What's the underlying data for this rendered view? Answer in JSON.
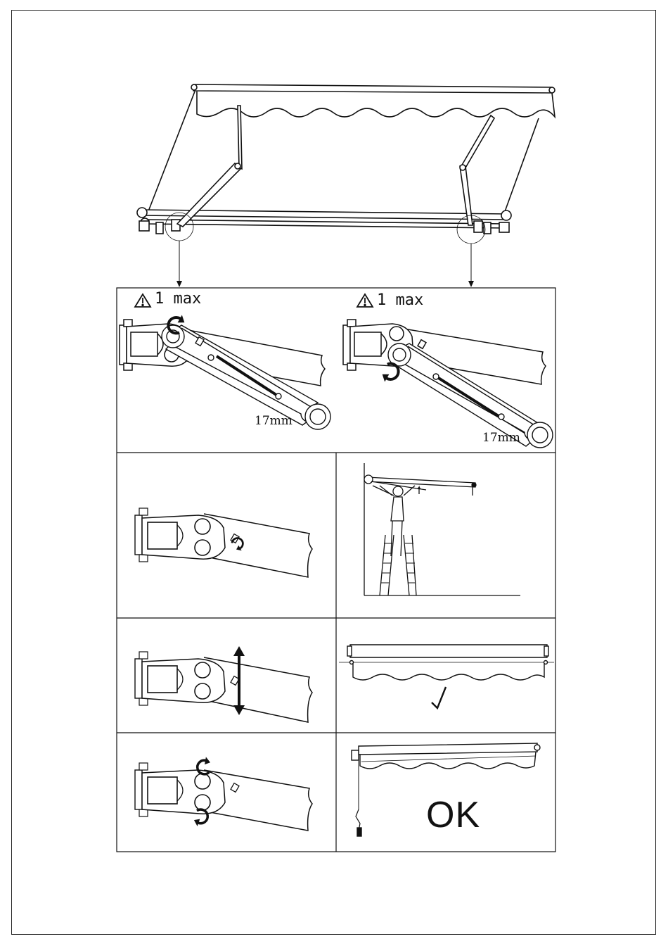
{
  "steps": {
    "step1_left": {
      "warning": "1 max",
      "wrench_size": "17mm"
    },
    "step1_right": {
      "warning": "1 max",
      "wrench_size": "17mm"
    },
    "step5_result": {
      "ok_label": "OK"
    }
  },
  "icons": {
    "warning": "warning-triangle-icon",
    "rotate": "rotation-arrow-icon",
    "check": "check-mark-icon"
  },
  "colors": {
    "line": "#111111",
    "background": "#ffffff"
  }
}
